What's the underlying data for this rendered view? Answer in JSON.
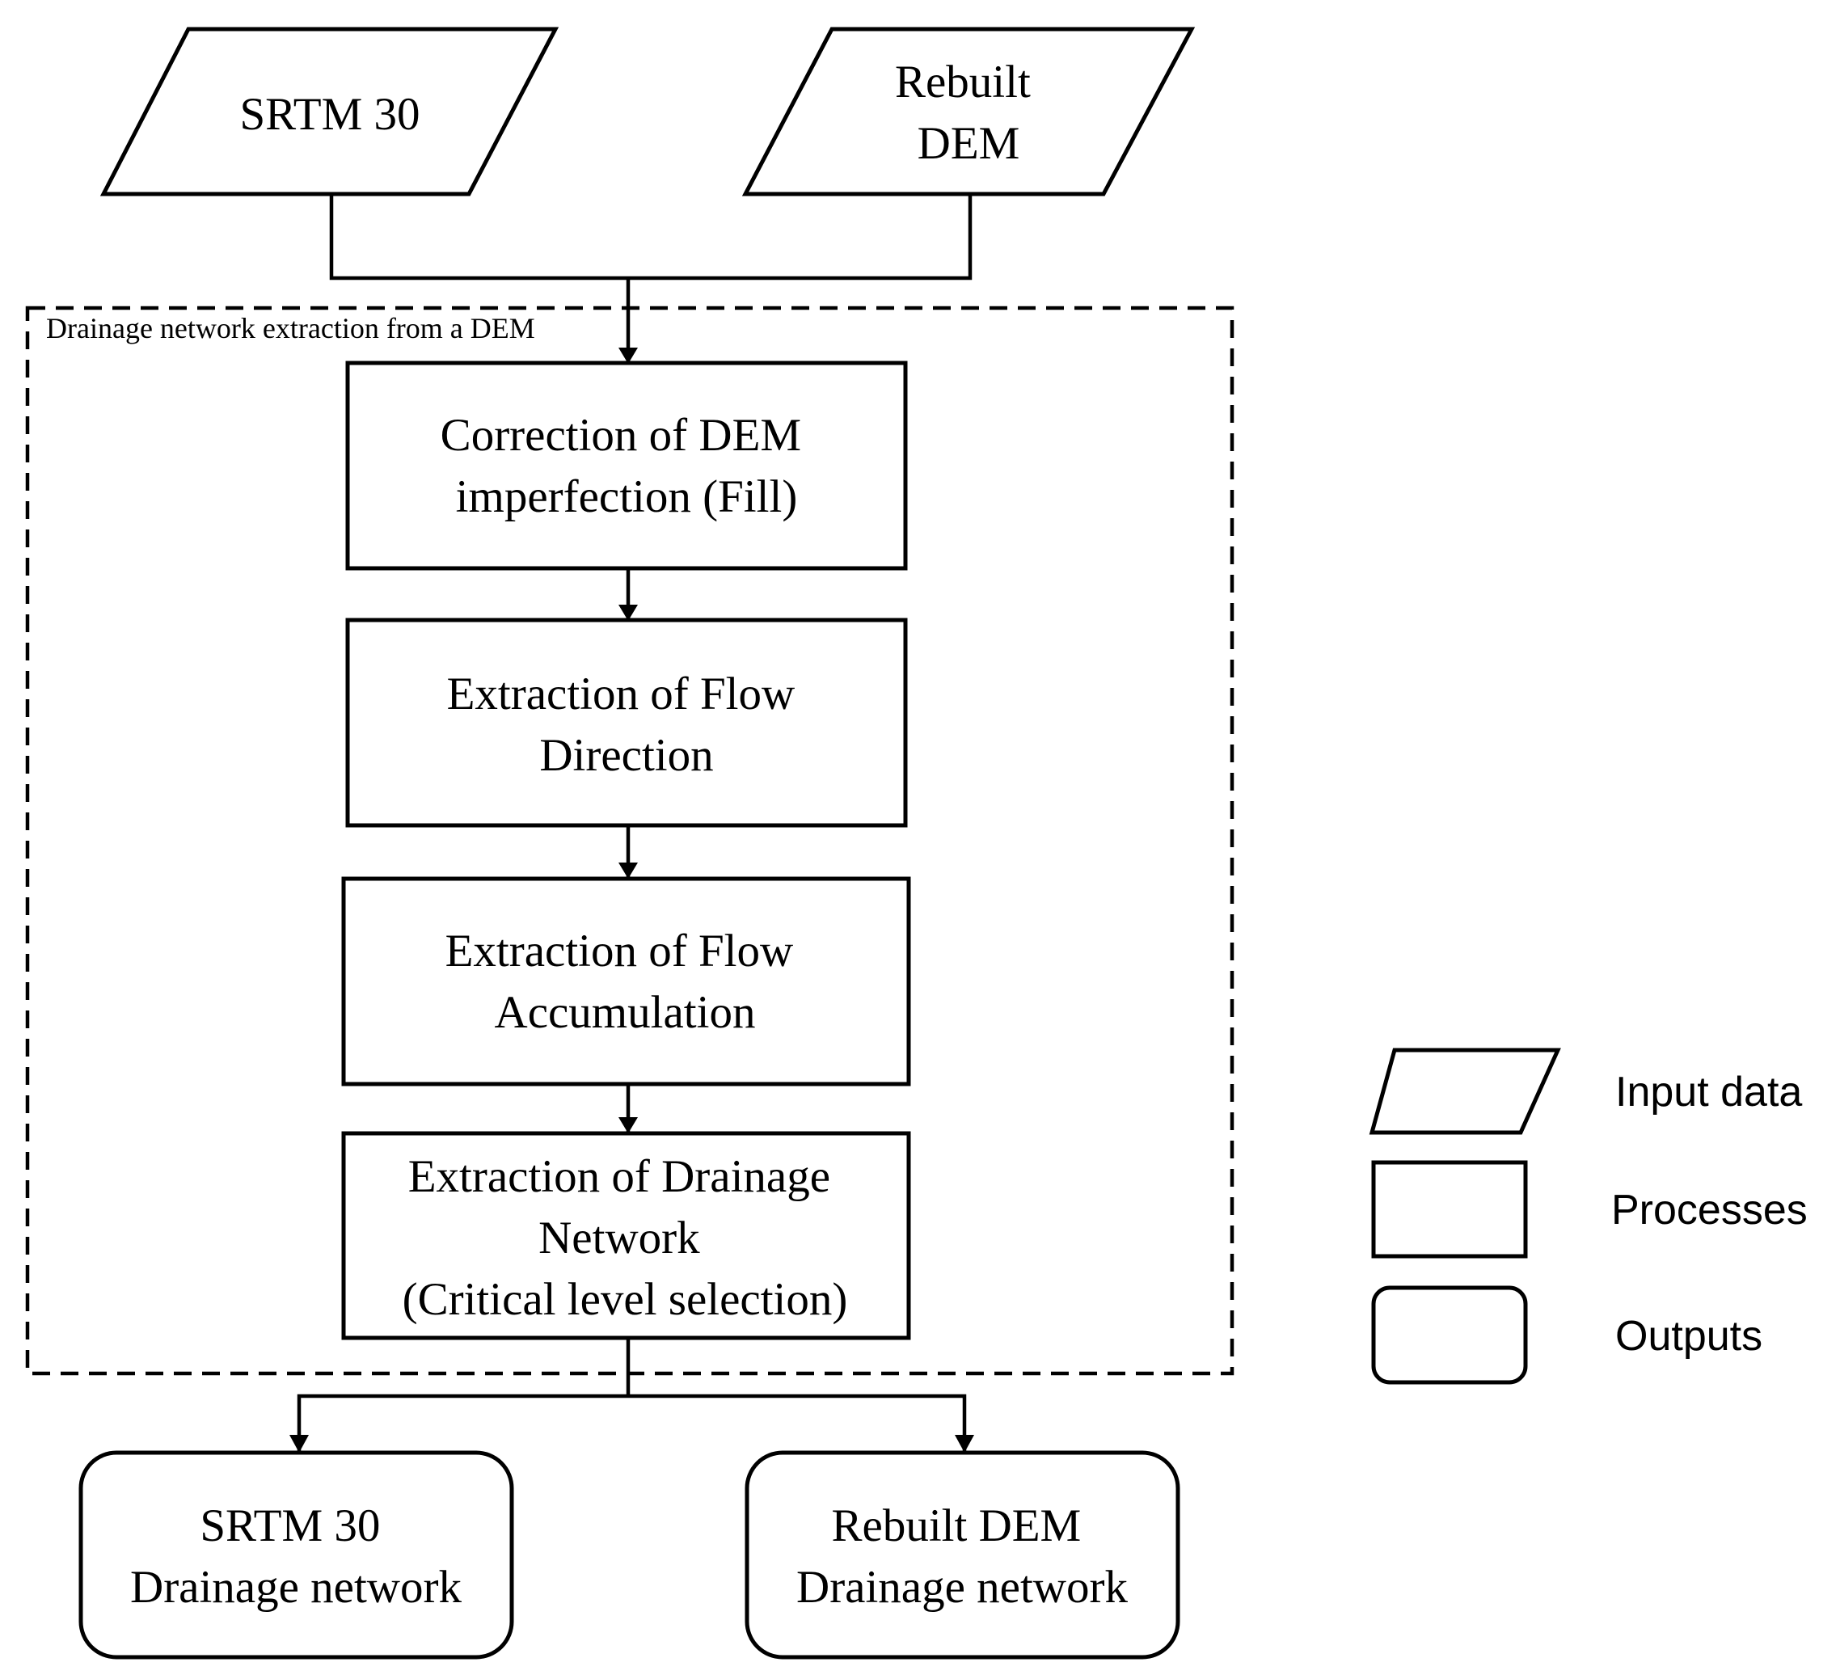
{
  "inputs": {
    "srtm": {
      "lines": [
        "SRTM 30"
      ]
    },
    "rebuilt": {
      "lines": [
        "Rebuilt",
        "DEM"
      ]
    }
  },
  "group": {
    "label": "Drainage network extraction from a DEM"
  },
  "processes": [
    {
      "lines": [
        "Correction of DEM",
        "imperfection (Fill)"
      ]
    },
    {
      "lines": [
        "Extraction of Flow",
        "Direction"
      ]
    },
    {
      "lines": [
        "Extraction of Flow",
        "Accumulation"
      ]
    },
    {
      "lines": [
        "Extraction of Drainage",
        "Network",
        "(Critical level selection)"
      ]
    }
  ],
  "outputs": {
    "srtm": {
      "lines": [
        "SRTM 30",
        "Drainage network"
      ]
    },
    "rebuilt": {
      "lines": [
        "Rebuilt DEM",
        "Drainage network"
      ]
    }
  },
  "legend": {
    "input": "Input data",
    "process": "Processes",
    "output": "Outputs"
  }
}
